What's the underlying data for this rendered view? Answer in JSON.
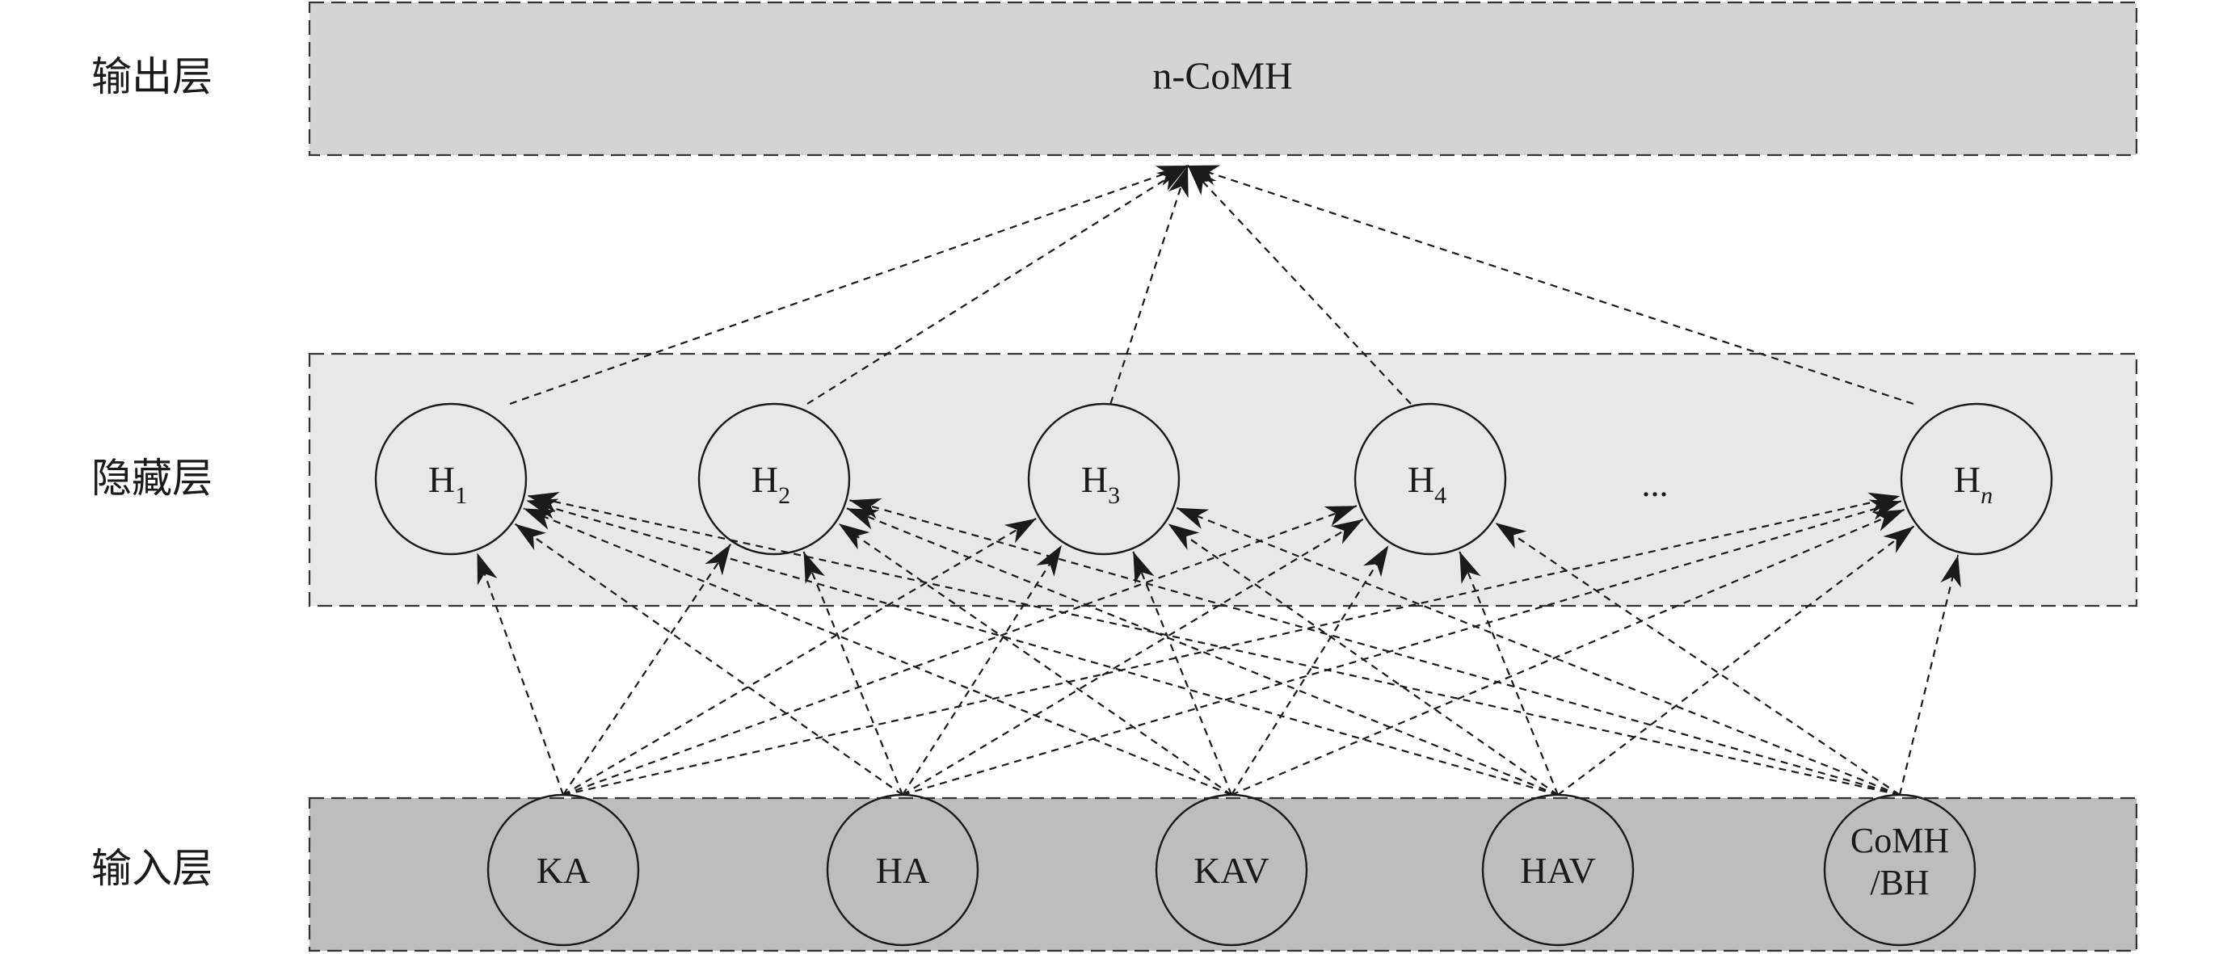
{
  "layers": {
    "output": {
      "label": "输出层",
      "node": "n-CoMH",
      "fill": "#d4d4d4"
    },
    "hidden": {
      "label": "隐藏层",
      "fill": "#e8e8e8",
      "nodes": [
        {
          "base": "H",
          "sub": "1",
          "sub_italic": false
        },
        {
          "base": "H",
          "sub": "2",
          "sub_italic": false
        },
        {
          "base": "H",
          "sub": "3",
          "sub_italic": false
        },
        {
          "base": "H",
          "sub": "4",
          "sub_italic": false
        },
        {
          "base": "H",
          "sub": "n",
          "sub_italic": true
        }
      ],
      "ellipsis": "..."
    },
    "input": {
      "label": "输入层",
      "fill": "#bdbdbd",
      "nodes": [
        {
          "lines": [
            "KA"
          ]
        },
        {
          "lines": [
            "HA"
          ]
        },
        {
          "lines": [
            "KAV"
          ]
        },
        {
          "lines": [
            "HAV"
          ]
        },
        {
          "lines": [
            "CoMH",
            "/BH"
          ]
        }
      ]
    }
  },
  "connections": {
    "input_to_hidden": "all",
    "hidden_to_output": "all",
    "line_style": "dashed",
    "arrow": "filled"
  }
}
